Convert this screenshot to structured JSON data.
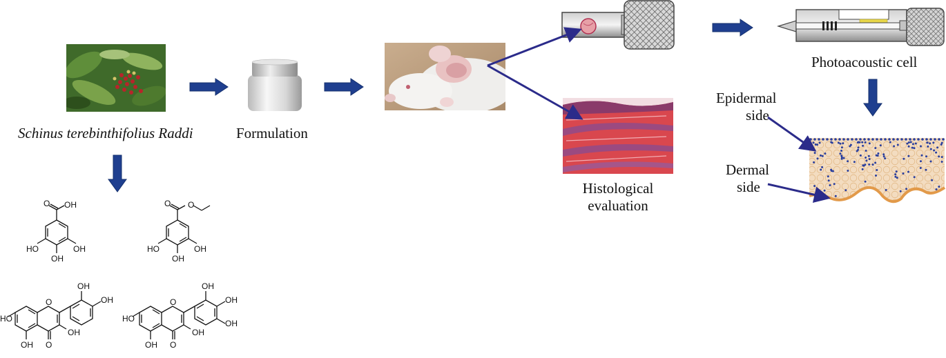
{
  "plant": {
    "name": "Schinus terebinthifolius Raddi"
  },
  "formulation": {
    "label": "Formulation"
  },
  "histology": {
    "line1": "Histological",
    "line2": "evaluation"
  },
  "photoacoustic": {
    "label": "Photoacoustic cell"
  },
  "skin": {
    "epidermal_line1": "Epidermal",
    "epidermal_line2": "side",
    "dermal_line1": "Dermal",
    "dermal_line2": "side"
  },
  "chem": {
    "oh": "OH",
    "ho": "HO",
    "o": "O"
  },
  "colors": {
    "arrow_blue": "#1f3f8f",
    "arrow_navy": "#2b2b8a",
    "dot_blue": "#2a3f9e",
    "skin_orange": "#e29a4a"
  }
}
